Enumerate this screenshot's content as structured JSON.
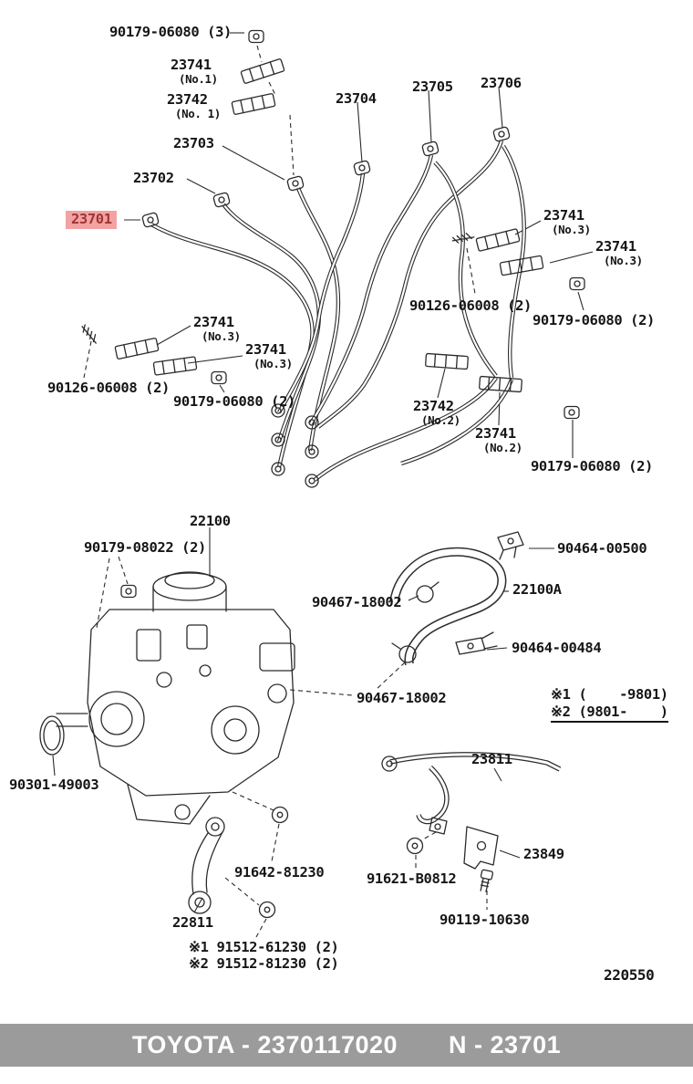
{
  "labels": [
    {
      "text": "90179-06080 (3)"
    },
    {
      "text": "23741",
      "sub": "(No.1)"
    },
    {
      "text": "23742",
      "sub": "(No. 1)"
    },
    {
      "text": "23704"
    },
    {
      "text": "23705"
    },
    {
      "text": "23706"
    },
    {
      "text": "23703"
    },
    {
      "text": "23702"
    },
    {
      "text": "23701"
    },
    {
      "text": "23741",
      "sub": "(No.3)"
    },
    {
      "text": "23741",
      "sub": "(No.3)"
    },
    {
      "text": "90126-06008 (2)"
    },
    {
      "text": "90179-06080 (2)"
    },
    {
      "text": "23741",
      "sub": "(No.3)"
    },
    {
      "text": "23741",
      "sub": "(No.3)"
    },
    {
      "text": "90126-06008 (2)"
    },
    {
      "text": "90179-06080 (2)"
    },
    {
      "text": "23742",
      "sub": "(No.2)"
    },
    {
      "text": "23741",
      "sub": "(No.2)"
    },
    {
      "text": "90179-06080 (2)"
    },
    {
      "text": "22100"
    },
    {
      "text": "90179-08022 (2)"
    },
    {
      "text": "90464-00500"
    },
    {
      "text": "90467-18002"
    },
    {
      "text": "22100A"
    },
    {
      "text": "90464-00484"
    },
    {
      "text": "90467-18002"
    },
    {
      "text": "※1 (    -9801)"
    },
    {
      "text": "※2 (9801-    )"
    },
    {
      "text": "23811"
    },
    {
      "text": "90301-49003"
    },
    {
      "text": "23849"
    },
    {
      "text": "91642-81230"
    },
    {
      "text": "91621-B0812"
    },
    {
      "text": "22811"
    },
    {
      "text": "90119-10630"
    },
    {
      "text": "※1 91512-61230 (2)"
    },
    {
      "text": "※2 91512-81230 (2)"
    },
    {
      "text": "220550"
    }
  ],
  "highlight": {
    "background": "#f2a2a2",
    "text_color": "#a03434"
  },
  "footer": {
    "left": "TOYOTA - 2370117020",
    "right": "N - 23701"
  }
}
